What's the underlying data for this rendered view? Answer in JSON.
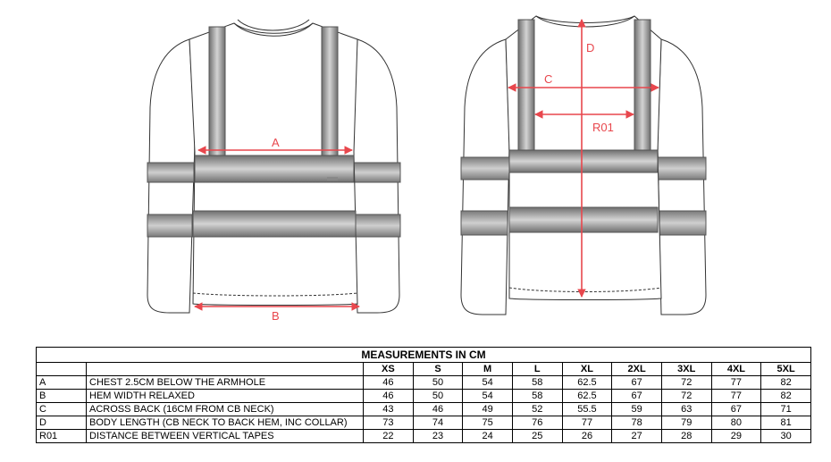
{
  "diagram": {
    "front_labels": {
      "a": "A",
      "b": "B"
    },
    "back_labels": {
      "c": "C",
      "d": "D",
      "r01": "R01"
    },
    "colors": {
      "measure": "#e8474d",
      "tape": "#8a8a8a",
      "outline": "#333333"
    }
  },
  "table": {
    "title": "MEASUREMENTS IN CM",
    "sizes": [
      "XS",
      "S",
      "M",
      "L",
      "XL",
      "2XL",
      "3XL",
      "4XL",
      "5XL"
    ],
    "rows": [
      {
        "code": "A",
        "desc": "CHEST 2.5CM BELOW THE ARMHOLE",
        "values": [
          "46",
          "50",
          "54",
          "58",
          "62.5",
          "67",
          "72",
          "77",
          "82"
        ]
      },
      {
        "code": "B",
        "desc": "HEM WIDTH RELAXED",
        "values": [
          "46",
          "50",
          "54",
          "58",
          "62.5",
          "67",
          "72",
          "77",
          "82"
        ]
      },
      {
        "code": "C",
        "desc": "ACROSS BACK (16CM FROM CB NECK)",
        "values": [
          "43",
          "46",
          "49",
          "52",
          "55.5",
          "59",
          "63",
          "67",
          "71"
        ]
      },
      {
        "code": "D",
        "desc": "BODY LENGTH (CB NECK TO BACK HEM, INC COLLAR)",
        "values": [
          "73",
          "74",
          "75",
          "76",
          "77",
          "78",
          "79",
          "80",
          "81"
        ]
      },
      {
        "code": "R01",
        "desc": "DISTANCE BETWEEN VERTICAL TAPES",
        "values": [
          "22",
          "23",
          "24",
          "25",
          "26",
          "27",
          "28",
          "29",
          "30"
        ]
      }
    ]
  }
}
